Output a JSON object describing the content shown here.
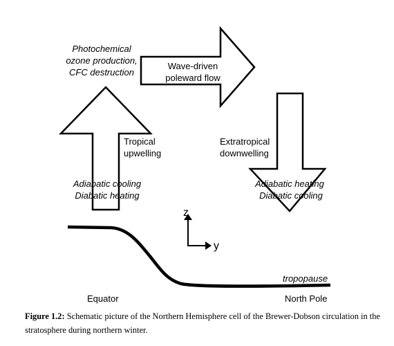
{
  "labels": {
    "source_line1": "Photochemical",
    "source_line2": "ozone production,",
    "source_line3": "CFC destruction",
    "flow_line1": "Wave-driven",
    "flow_line2": "poleward flow",
    "up_line1": "Tropical",
    "up_line2": "upwelling",
    "up_proc1": "Adiabatic cooling",
    "up_proc2": "Diabatic heating",
    "down_line1": "Extratropical",
    "down_line2": "downwelling",
    "down_proc1": "Adiabatic heating",
    "down_proc2": "Diabatic cooling",
    "axis_z": "z",
    "axis_y": "y",
    "tropopause": "tropopause",
    "equator": "Equator",
    "north_pole": "North Pole"
  },
  "caption": {
    "label": "Figure 1.2:",
    "text": " Schematic picture of the Northern Hemisphere cell of the Brewer-Dobson circulation in the stratosphere during northern winter."
  }
}
